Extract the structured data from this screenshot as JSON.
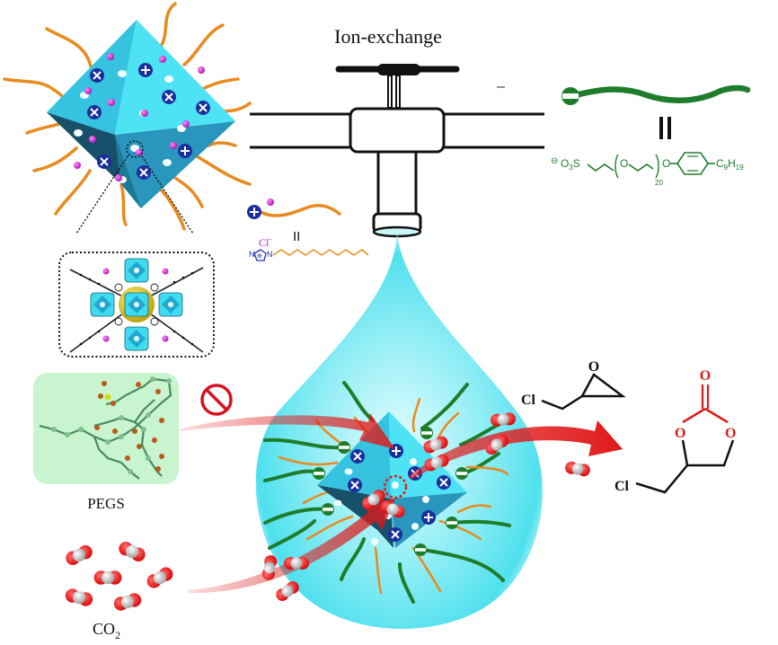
{
  "title": "Ion-exchange",
  "labels": {
    "pegs": "PEGS",
    "co2_main": "CO",
    "co2_sub": "2",
    "chloride": "Cl",
    "chloride_sup": "-",
    "equals": "II"
  },
  "surfactant": {
    "name": "PEGS",
    "formula_parts": {
      "charge": "⊖",
      "o3s": "O",
      "o3s_sub": "3",
      "s": "S",
      "oxygen": "O",
      "repeat": "20",
      "c9h19": "C",
      "c9_sub": "9",
      "h": "H",
      "h19_sub": "19"
    }
  },
  "ionic_liquid": {
    "anion": "Cl",
    "anion_charge": "-",
    "ring_n1": "N",
    "ring_n2": "N",
    "ring_charge": "⊕"
  },
  "reaction": {
    "reactant": {
      "atom_o": "O",
      "atom_cl": "Cl"
    },
    "product": {
      "carbonyl_o": "O",
      "ring_o1": "O",
      "ring_o2": "O",
      "atom_cl": "Cl"
    }
  },
  "colors": {
    "octahedron_light": "#3fdcf0",
    "octahedron_mid": "#2aa9cc",
    "octahedron_dark": "#1a5f7a",
    "cation": "#1a2f9c",
    "chloride_ion": "#c21fc2",
    "il_chain": "#e88a1e",
    "pegs_chain": "#1e7d2a",
    "droplet": "#7fe8f2",
    "arrow_red": "#e01818",
    "product_red": "#e01818",
    "co2_oxygen": "#e81010",
    "co2_carbon": "#c8c8c8",
    "pegs_box": "#c8f5d0"
  }
}
